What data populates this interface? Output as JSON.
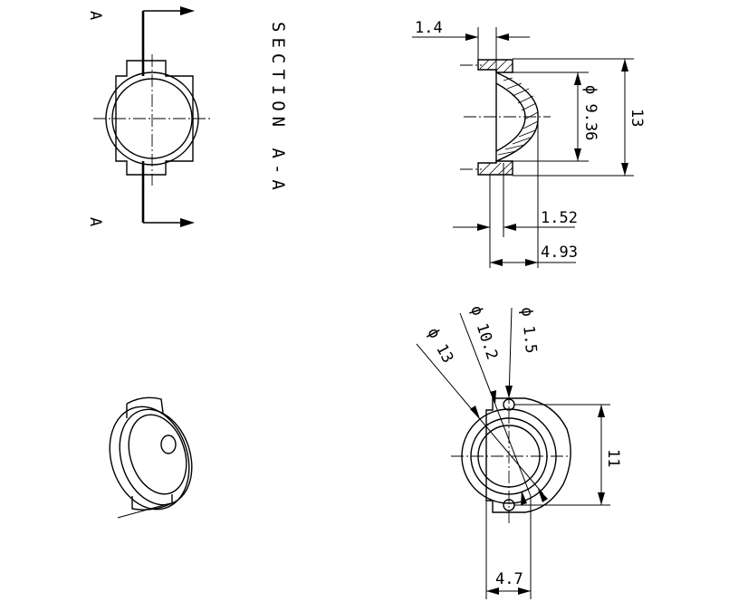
{
  "section_view": {
    "cut_label_top": "A",
    "cut_label_bottom": "A",
    "title": "SECTION A-A"
  },
  "dimensions": {
    "d_1_4": "1.4",
    "d_dia_9_36": "ϕ 9.36",
    "d_13_height": "13",
    "d_1_52": "1.52",
    "d_4_93": "4.93",
    "d_dia_13": "ϕ 13",
    "d_dia_10_2": "ϕ 10.2",
    "d_dia_1_5": "ϕ 1.5",
    "d_11": "11",
    "d_4_7": "4.7"
  }
}
